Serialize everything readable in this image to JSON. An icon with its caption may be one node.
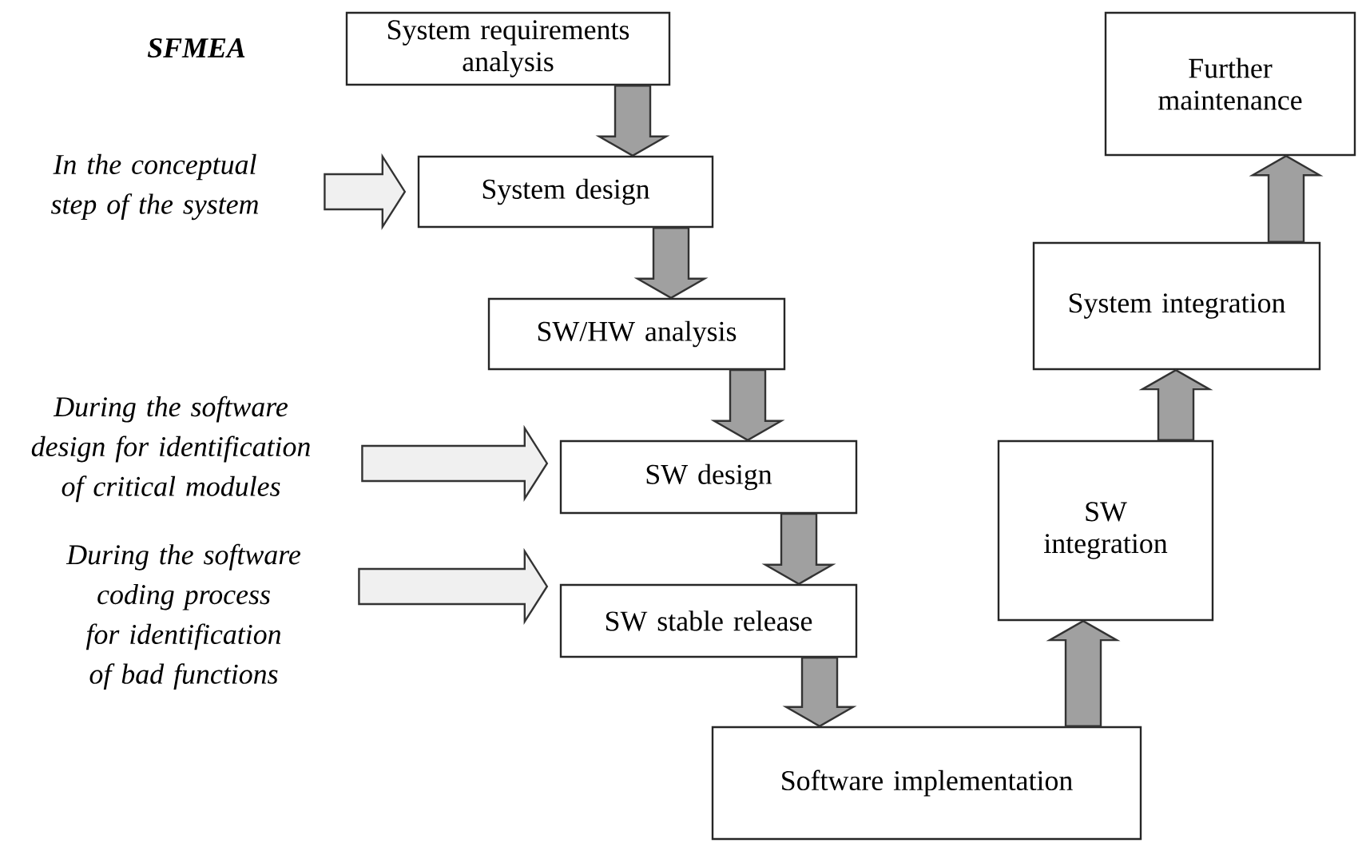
{
  "diagram": {
    "title": "SFMEA",
    "nodes": [
      {
        "text": [
          "System requirements analysis"
        ]
      },
      {
        "text": [
          "System design"
        ]
      },
      {
        "text": [
          "SW/HW analysis"
        ]
      },
      {
        "text": [
          "SW design"
        ]
      },
      {
        "text": [
          "SW stable release"
        ]
      },
      {
        "text": [
          "Software implementation"
        ]
      },
      {
        "text": [
          "SW integration"
        ]
      },
      {
        "text": [
          "System integration"
        ]
      },
      {
        "text": [
          "Further maintenance"
        ]
      },
      {
        "text": [
          "In the conceptual step of the system"
        ]
      },
      {
        "text": [
          "During the software design for identification of critical modules"
        ]
      },
      {
        "text": [
          "During the software coding process for identification of bad functions"
        ]
      }
    ],
    "edges": [
      {
        "from": 0,
        "to": 1,
        "arrow": "to"
      },
      {
        "from": 1,
        "to": 2,
        "arrow": "to"
      },
      {
        "from": 2,
        "to": 3,
        "arrow": "to"
      },
      {
        "from": 3,
        "to": 4,
        "arrow": "to"
      },
      {
        "from": 4,
        "to": 5,
        "arrow": "to"
      },
      {
        "from": 5,
        "to": 6,
        "arrow": "to"
      },
      {
        "from": 6,
        "to": 7,
        "arrow": "to"
      },
      {
        "from": 7,
        "to": 8,
        "arrow": "to"
      },
      {
        "from": 9,
        "to": 1,
        "arrow": "to",
        "color": "#f0f0f0"
      },
      {
        "from": 10,
        "to": 3,
        "arrow": "to",
        "color": "#f0f0f0"
      },
      {
        "from": 11,
        "to": 4,
        "arrow": "to",
        "color": "#f0f0f0"
      }
    ]
  }
}
